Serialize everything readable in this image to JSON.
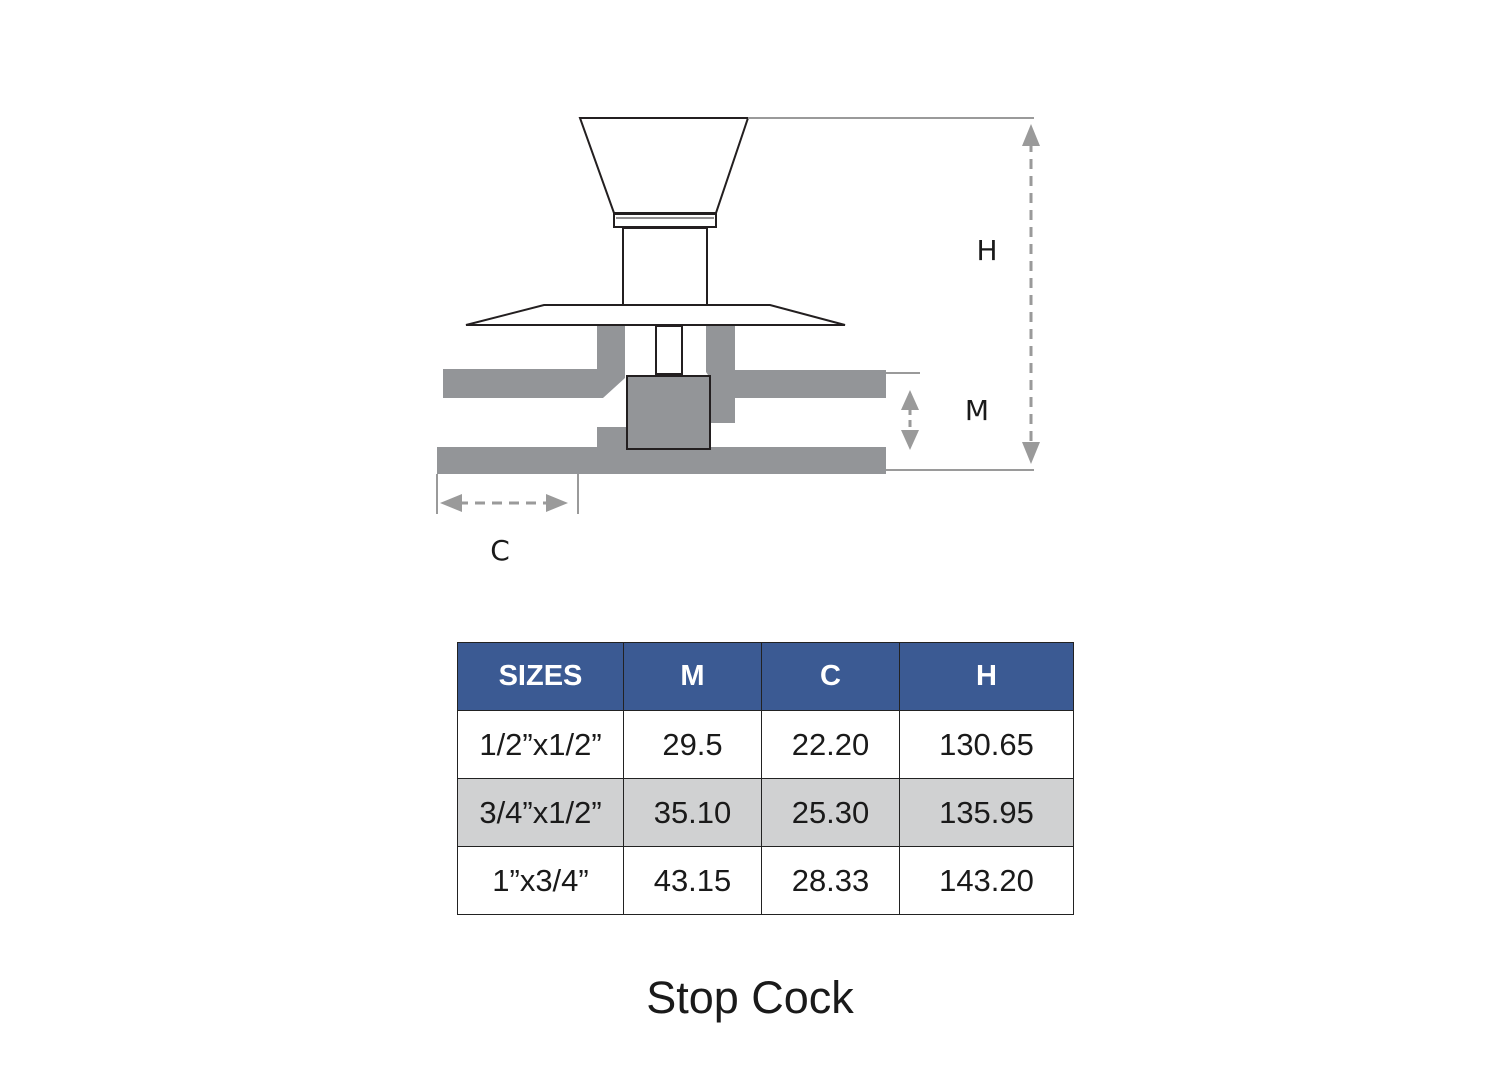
{
  "diagram": {
    "labels": {
      "h": "H",
      "m": "M",
      "c": "C"
    },
    "colors": {
      "body_fill": "#939598",
      "outline": "#231f20",
      "dimension_line": "#9a9a9a"
    }
  },
  "table": {
    "headers": [
      "SIZES",
      "M",
      "C",
      "H"
    ],
    "rows": [
      [
        "1/2”x1/2”",
        "29.5",
        "22.20",
        "130.65"
      ],
      [
        "3/4”x1/2”",
        "35.10",
        "25.30",
        "135.95"
      ],
      [
        "1”x3/4”",
        "43.15",
        "28.33",
        "143.20"
      ]
    ],
    "colors": {
      "header_bg": "#3b5a93",
      "header_text": "#ffffff",
      "striped_row_bg": "#d0d1d2"
    }
  },
  "caption": "Stop Cock"
}
